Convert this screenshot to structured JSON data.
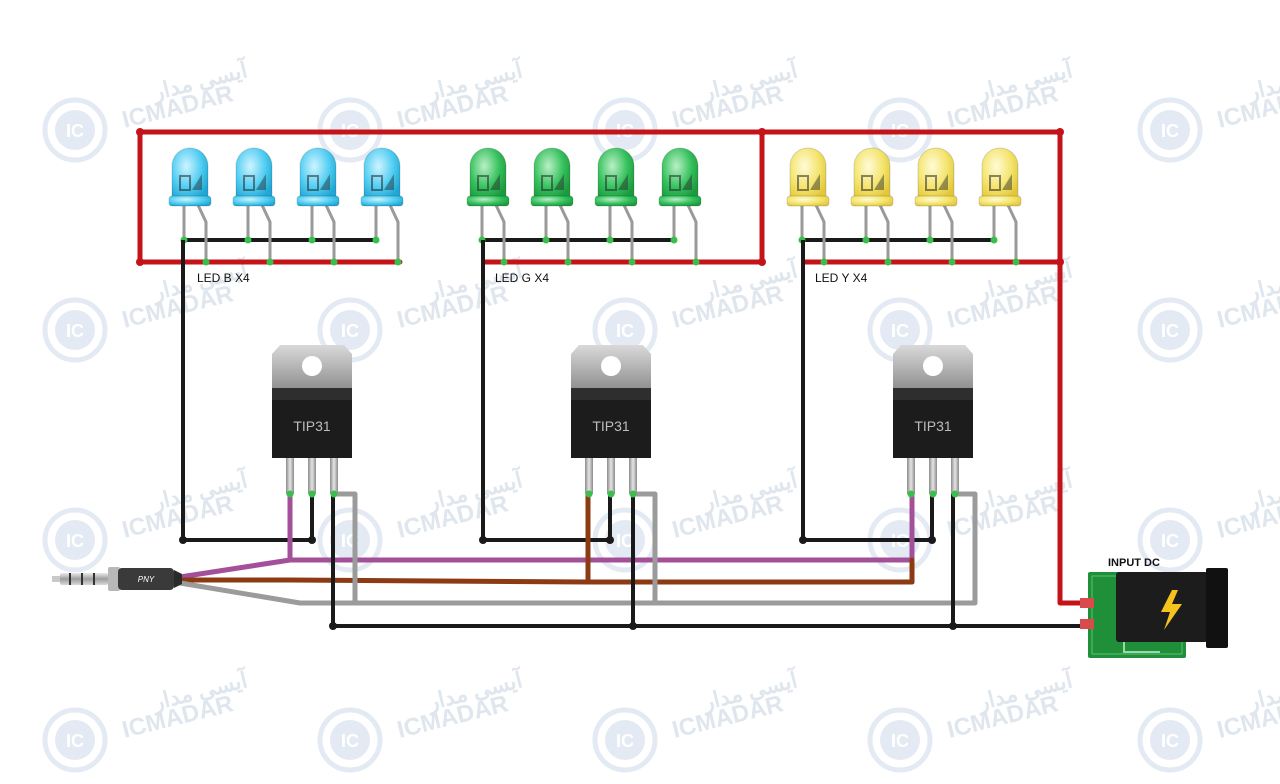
{
  "watermark": {
    "brand_latin": "ICMADAR",
    "brand_persian": "آیسی مدار",
    "badge": "IC",
    "color": "#dfe6ee"
  },
  "led_groups": [
    {
      "label": "LED B X4",
      "color": "#45c8ef",
      "color_name": "blue"
    },
    {
      "label": "LED G X4",
      "color": "#2fbd5a",
      "color_name": "green"
    },
    {
      "label": "LED Y X4",
      "color": "#f3e26a",
      "color_name": "yellow"
    }
  ],
  "transistors": [
    {
      "label": "TIP31"
    },
    {
      "label": "TIP31"
    },
    {
      "label": "TIP31"
    }
  ],
  "audio_jack": {
    "brand": "PNY"
  },
  "power_input": {
    "label": "INPUT DC",
    "icon": "lightning-icon"
  },
  "wire_colors": {
    "positive": "#c4141a",
    "ground": "#1a1a1a",
    "purple": "#a34f9a",
    "brown": "#8b3a14",
    "gray": "#9b9b9b"
  }
}
